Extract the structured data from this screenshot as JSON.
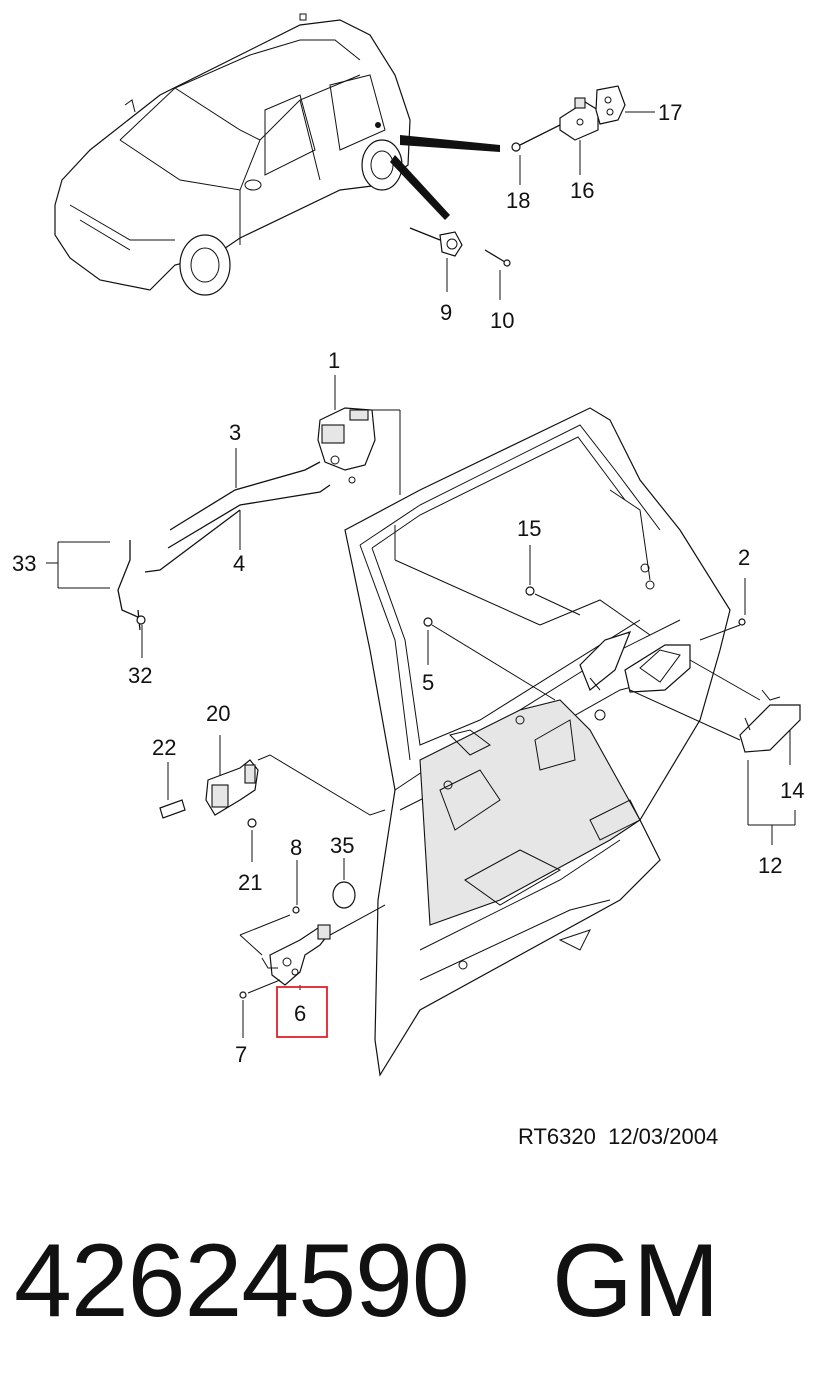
{
  "callouts": {
    "c1": "1",
    "c2": "2",
    "c3": "3",
    "c4": "4",
    "c5": "5",
    "c6": "6",
    "c7": "7",
    "c8": "8",
    "c9": "9",
    "c10": "10",
    "c12": "12",
    "c14": "14",
    "c15": "15",
    "c16": "16",
    "c17": "17",
    "c18": "18",
    "c20": "20",
    "c21": "21",
    "c22": "22",
    "c32": "32",
    "c33": "33",
    "c35": "35"
  },
  "highlight": {
    "callout": "6",
    "color": "#e0202a"
  },
  "reference": "RT6320  12/03/2004",
  "footer": {
    "part_number": "42624590",
    "brand": "GM"
  }
}
